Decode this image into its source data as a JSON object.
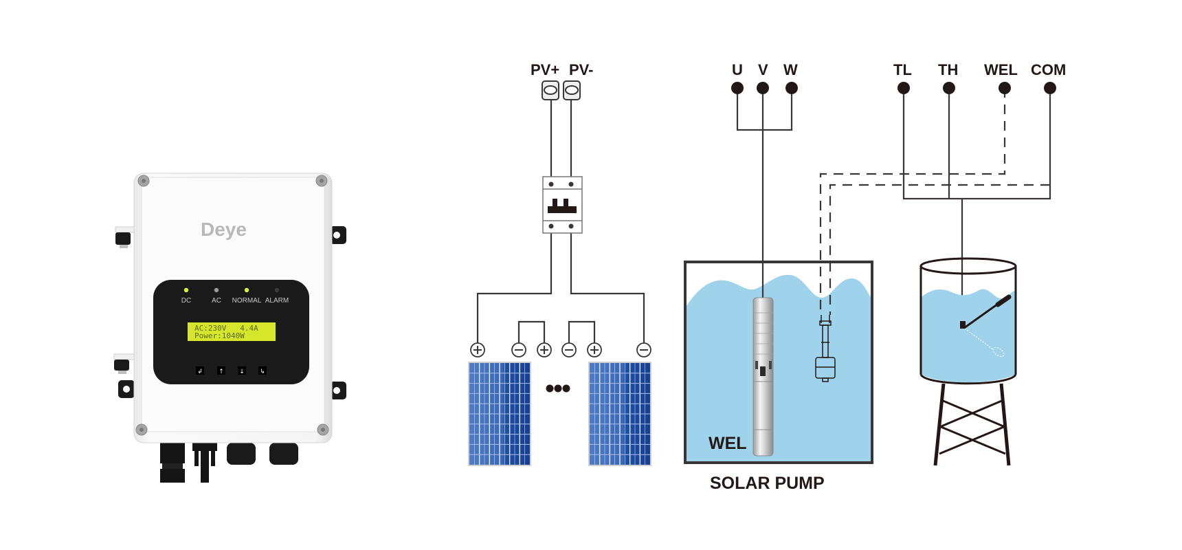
{
  "colors": {
    "ink": "#231815",
    "wire": "#3a3536",
    "water": "#9fd3ec",
    "panel_blue": "#2f5fb0",
    "panel_dark": "#1b4a9e",
    "lcd_bg": "#d6e62a",
    "lcd_text": "#5d6a12",
    "led_on": "#d8f23a",
    "led_off": "#9a9a9a",
    "inverter_body": "#f4f4f4",
    "inverter_face": "#1a1a1a",
    "logo": "#b8b8b8"
  },
  "inverter": {
    "brand": "Deye",
    "leds": [
      {
        "label": "DC",
        "state": "on"
      },
      {
        "label": "AC",
        "state": "off"
      },
      {
        "label": "NORMAL",
        "state": "on"
      },
      {
        "label": "ALARM",
        "state": "dark"
      }
    ],
    "lcd": {
      "line1": "AC:230V   4.4A",
      "line2": "Power:1040W"
    },
    "buttons": [
      {
        "icon": "return-icon",
        "glyph": "↲"
      },
      {
        "icon": "up-arrow-icon",
        "glyph": "↑"
      },
      {
        "icon": "down-arrow-icon",
        "glyph": "↓"
      },
      {
        "icon": "enter-icon",
        "glyph": "↳"
      }
    ]
  },
  "pv_input": {
    "labels": [
      "PV+",
      "PV-"
    ]
  },
  "panel_terminals": [
    "+",
    "−",
    "+",
    "−",
    "+",
    "−"
  ],
  "ellipsis": "•••",
  "motor_terminals": [
    "U",
    "V",
    "W"
  ],
  "sensor_terminals": [
    "TL",
    "TH",
    "WEL",
    "COM"
  ],
  "well": {
    "label": "WEL",
    "caption": "SOLAR PUMP"
  }
}
